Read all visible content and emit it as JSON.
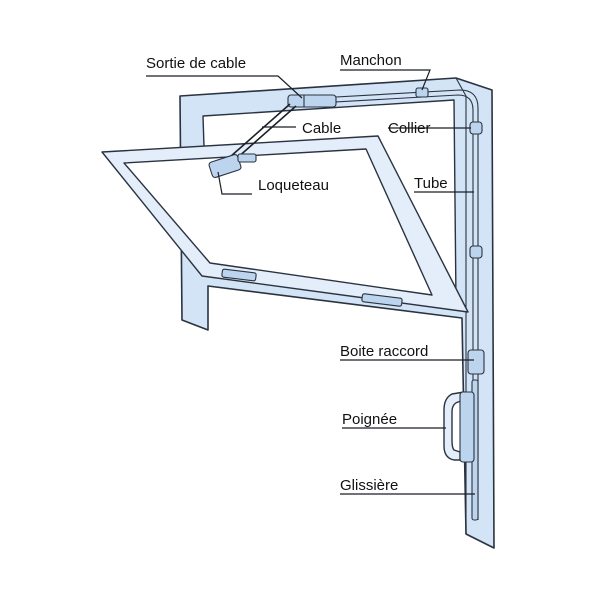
{
  "labels": {
    "sortie_de_cable": "Sortie de cable",
    "manchon": "Manchon",
    "cable": "Cable",
    "collier": "Collier",
    "loqueteau": "Loqueteau",
    "tube": "Tube",
    "boite_raccord": "Boite raccord",
    "poignee": "Poignée",
    "glissiere": "Glissière"
  }
}
